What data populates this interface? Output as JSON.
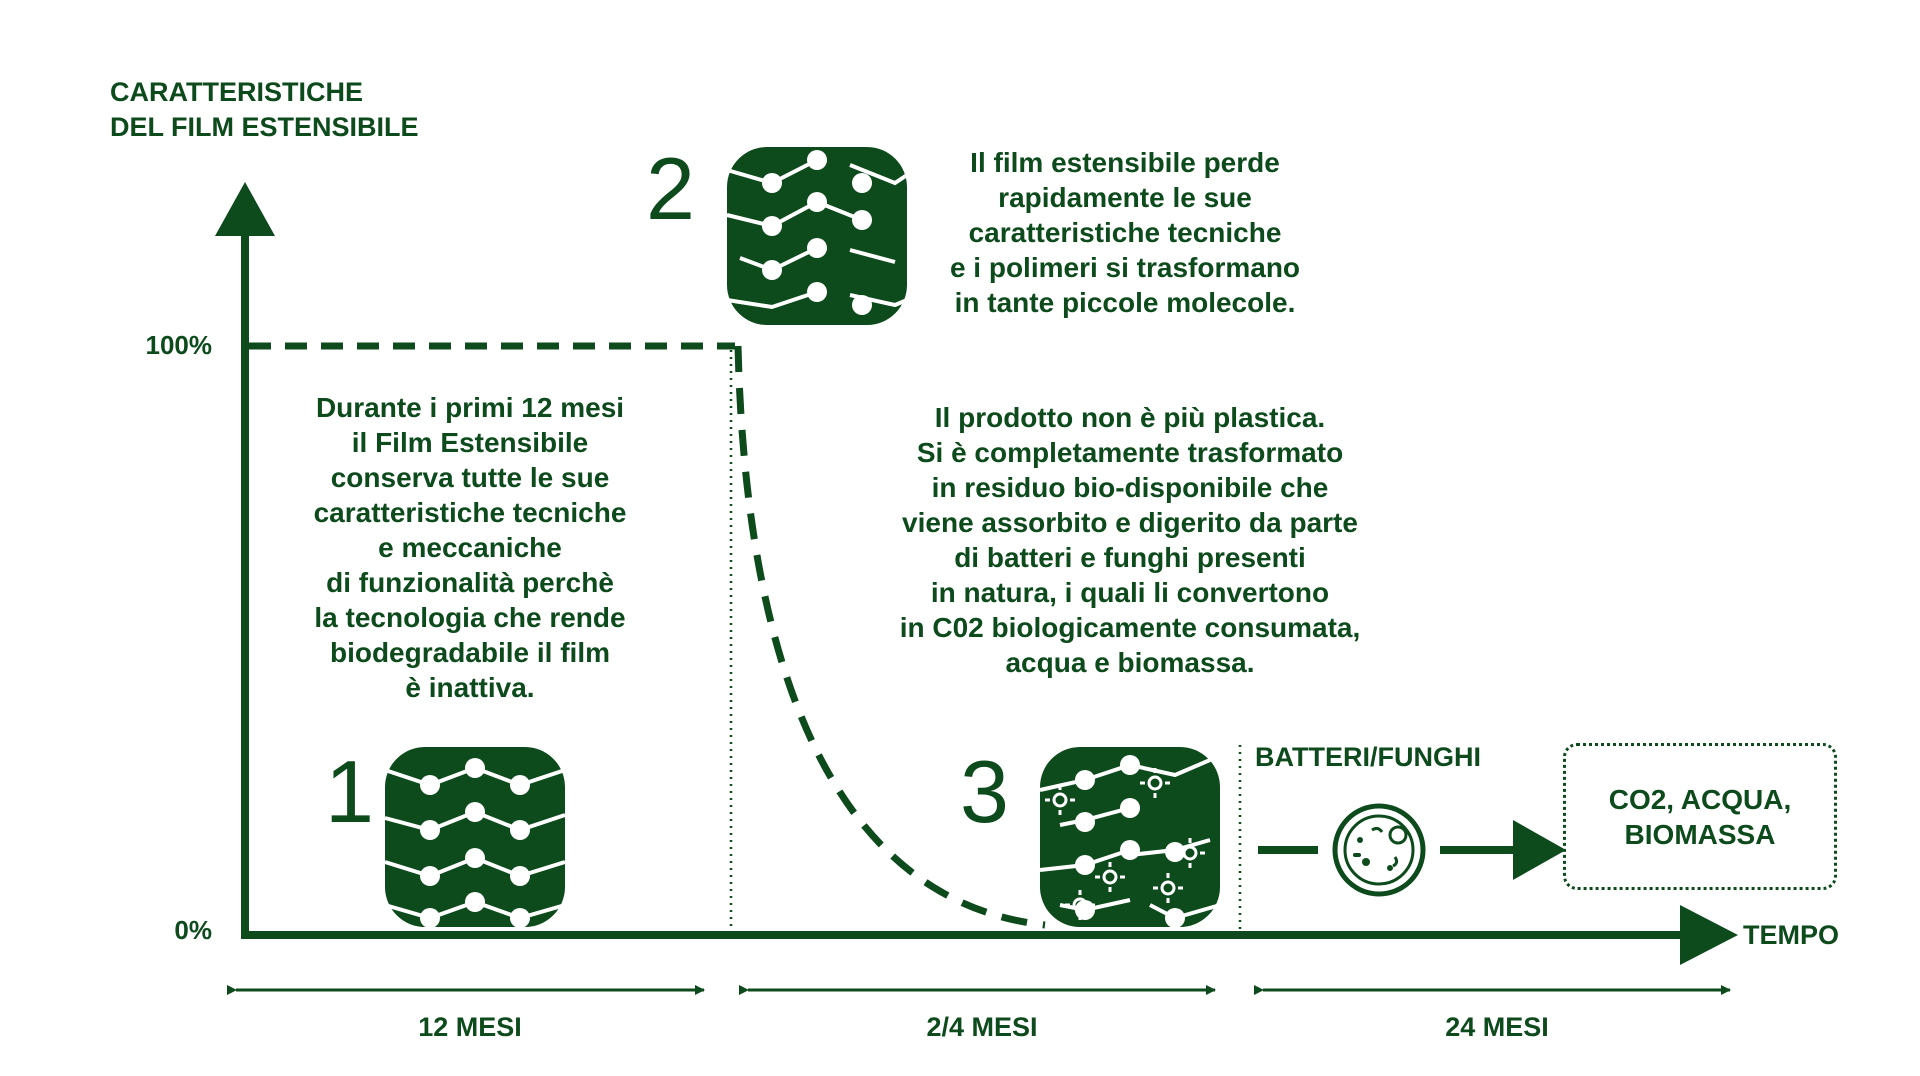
{
  "diagram": {
    "y_axis_label": [
      "CARATTERISTICHE",
      "DEL FILM ESTENSIBILE"
    ],
    "y_ticks": {
      "top": "100%",
      "bottom": "0%"
    },
    "x_axis_label": "TEMPO",
    "stages": [
      {
        "number": "1",
        "text": [
          "Durante i primi 12 mesi",
          "il Film Estensibile",
          "conserva tutte le sue",
          "caratteristiche tecniche",
          "e meccaniche",
          "di funzionalità perchè",
          "la tecnologia che rende",
          "biodegradabile il film",
          "è inattiva."
        ]
      },
      {
        "number": "2",
        "text": [
          "Il film estensibile perde",
          "rapidamente le sue",
          "caratteristiche tecniche",
          "e i polimeri si trasformano",
          "in tante piccole molecole."
        ]
      },
      {
        "number": "3",
        "text": [
          "Il prodotto non è più plastica.",
          "Si è completamente trasformato",
          "in residuo bio-disponibile che",
          "viene assorbito e digerito da parte",
          "di batteri e funghi presenti",
          "in natura, i quali li convertono",
          "in C02 biologicamente consumata,",
          "acqua e biomassa."
        ]
      }
    ],
    "microbes_label": "BATTERI/FUNGHI",
    "output_box": [
      "CO2, ACQUA,",
      "BIOMASSA"
    ],
    "periods": [
      "12 MESI",
      "2/4 MESI",
      "24 MESI"
    ],
    "colors": {
      "primary": "#0d4a1c",
      "background": "#ffffff"
    },
    "icons": [
      "polymer-chain-icon",
      "broken-polymer-icon",
      "microbe-polymer-icon",
      "petri-dish-icon"
    ]
  }
}
